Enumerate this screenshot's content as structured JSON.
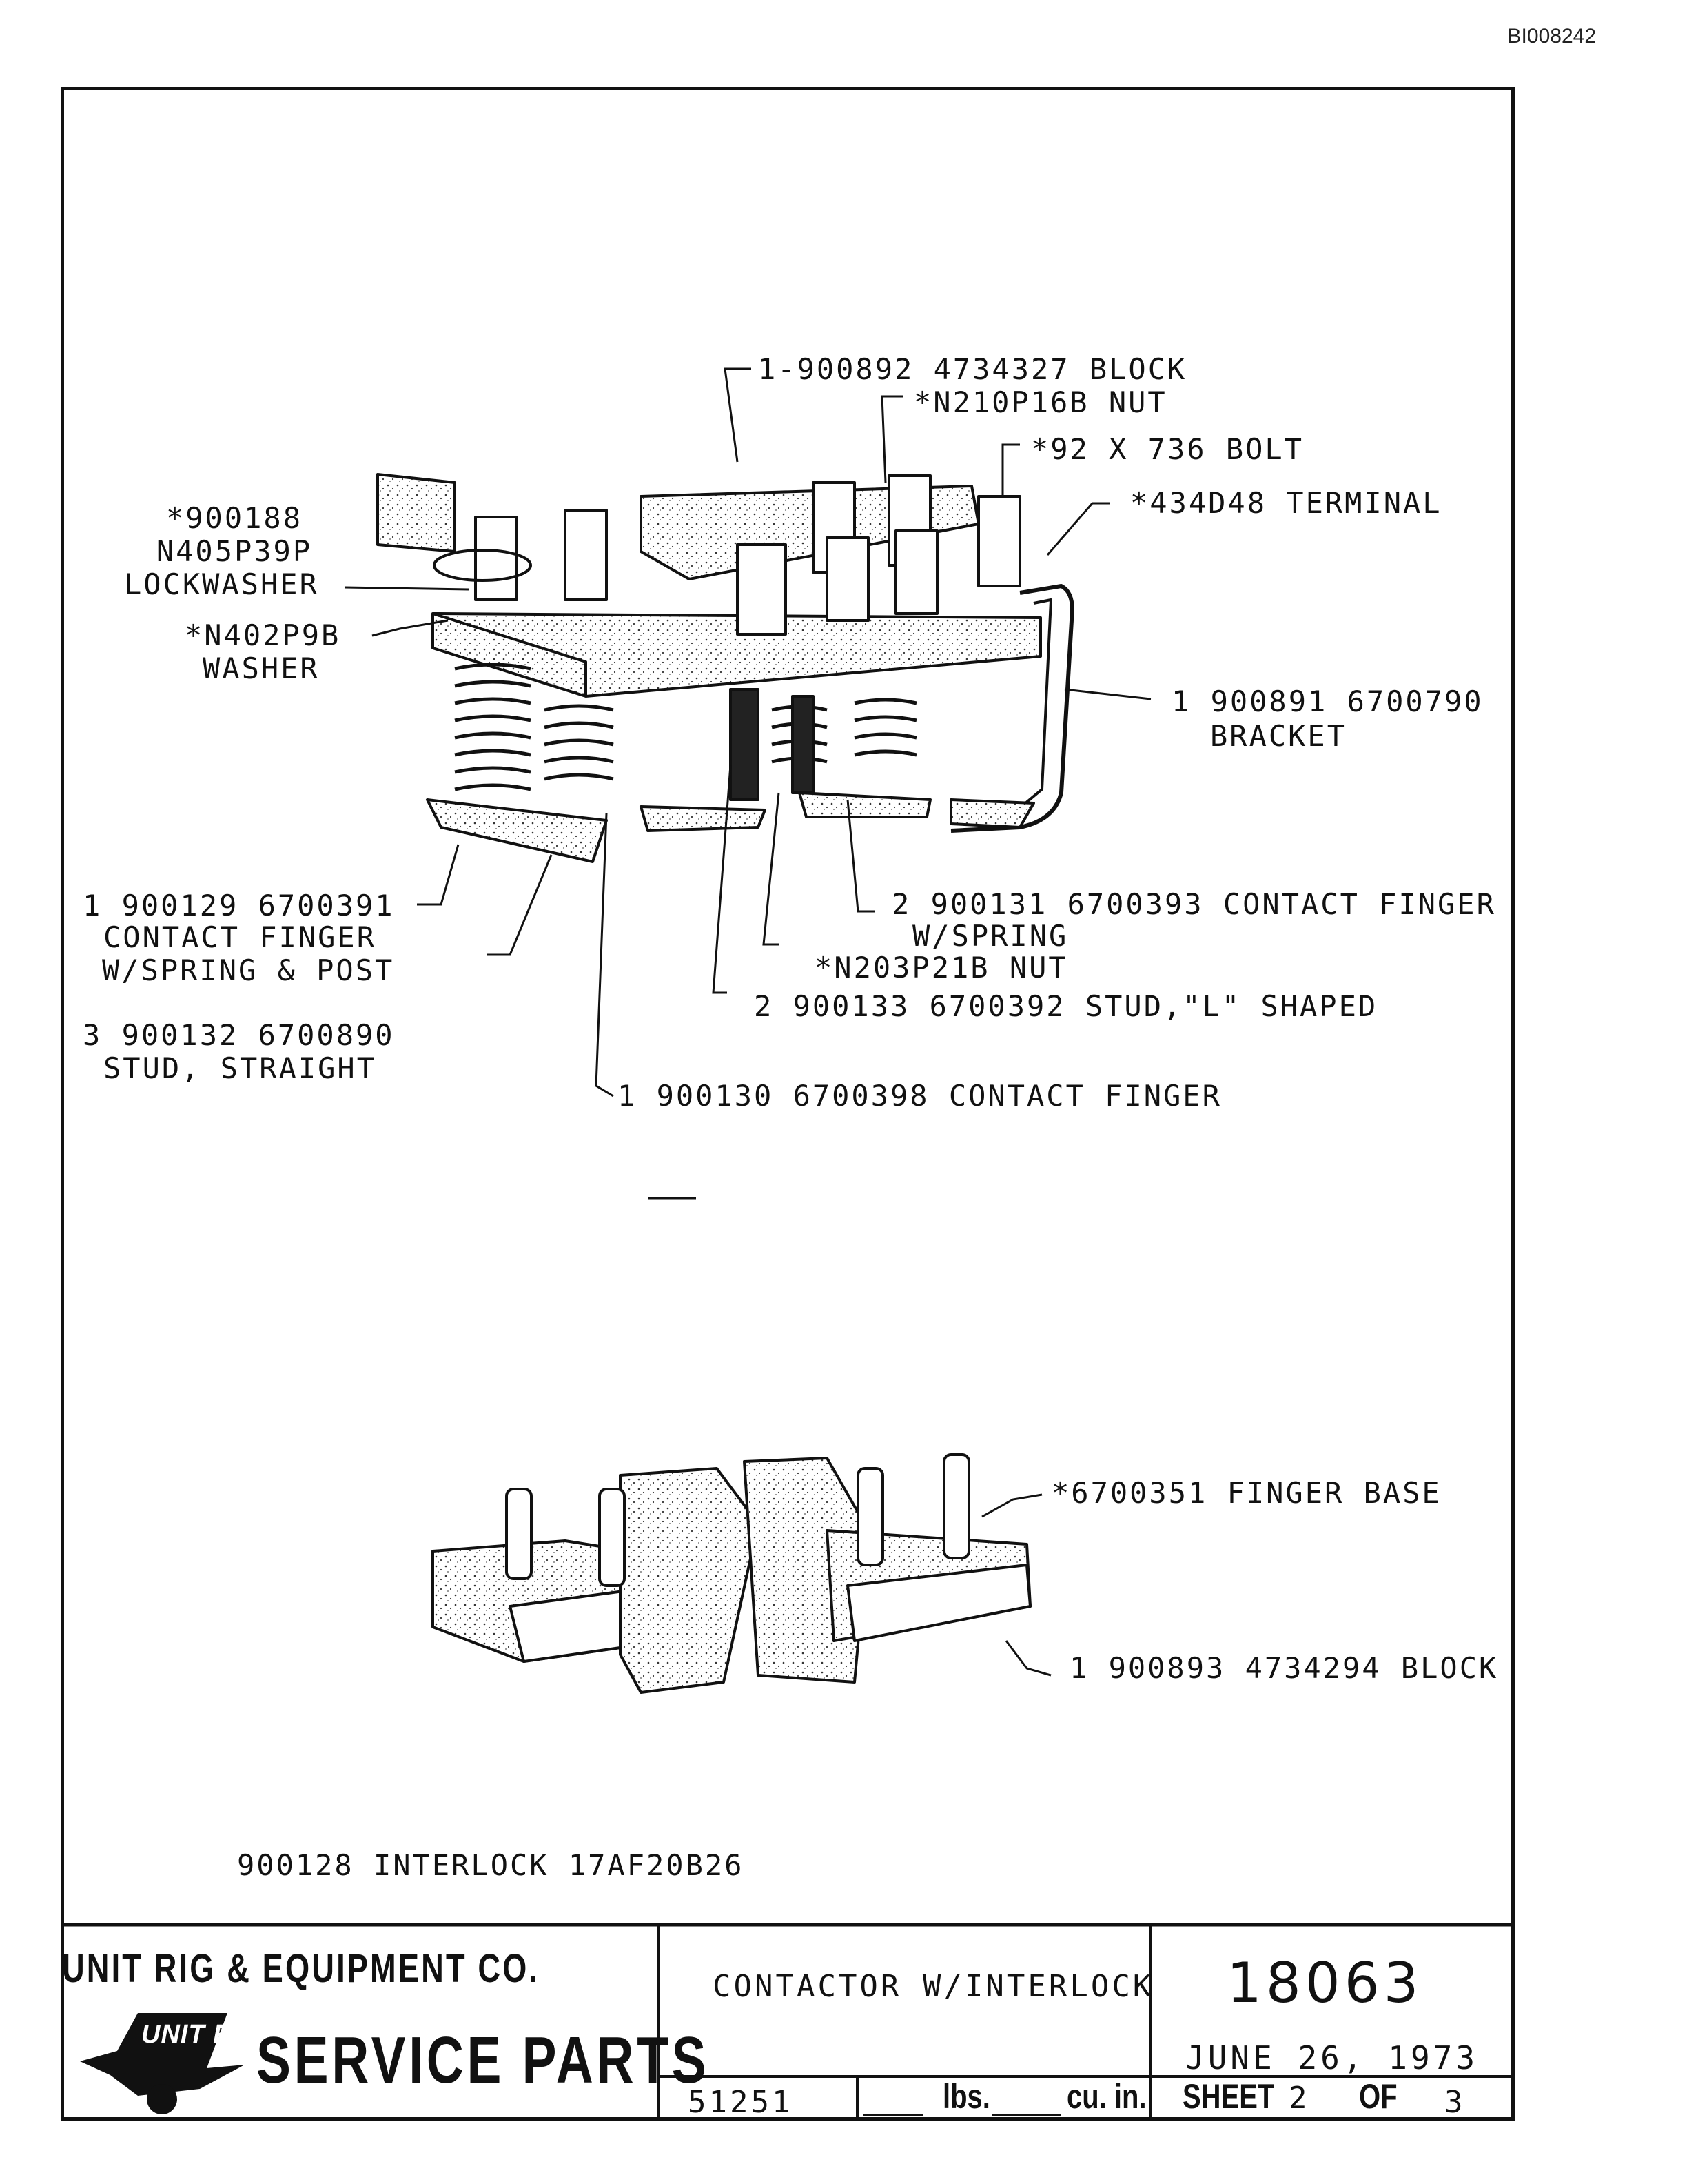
{
  "document_id": "BI008242",
  "callouts_top": {
    "block": "1-900892 4734327 BLOCK",
    "nut": "*N210P16B NUT",
    "bolt": "*92 X 736 BOLT",
    "terminal": "*434D48 TERMINAL",
    "lockwasher_1": "*900188",
    "lockwasher_2": "N405P39P",
    "lockwasher_3": "LOCKWASHER",
    "washer_1": "*N402P9B",
    "washer_2": "WASHER",
    "bracket_1": "1 900891 6700790",
    "bracket_2": "BRACKET",
    "finger_post_1": "1 900129 6700391",
    "finger_post_2": "CONTACT FINGER",
    "finger_post_3": "W/SPRING & POST",
    "stud_straight_1": "3 900132 6700890",
    "stud_straight_2": "STUD, STRAIGHT",
    "finger_spring_1": "2 900131 6700393 CONTACT FINGER",
    "finger_spring_2": "W/SPRING",
    "nut2": "*N203P21B NUT",
    "stud_l": "2 900133 6700392 STUD,\"L\" SHAPED",
    "contact_finger": "1 900130 6700398 CONTACT FINGER"
  },
  "callouts_bottom": {
    "finger_base": "*6700351 FINGER BASE",
    "block": "1 900893 4734294 BLOCK"
  },
  "interlock_caption": "900128 INTERLOCK 17AF20B26",
  "title_block": {
    "company": "UNIT RIG & EQUIPMENT CO.",
    "logo_text": "UNIT RIG",
    "service_parts": "SERVICE PARTS",
    "title": "CONTACTOR W/INTERLOCK",
    "number": "18063",
    "date": "JUNE 26, 1973",
    "code": "51251",
    "weight_unit": "lbs.",
    "volume_unit": "cu. in.",
    "sheet_label": "SHEET",
    "sheet_num": "2",
    "of_label": "OF",
    "sheet_total": "3"
  }
}
